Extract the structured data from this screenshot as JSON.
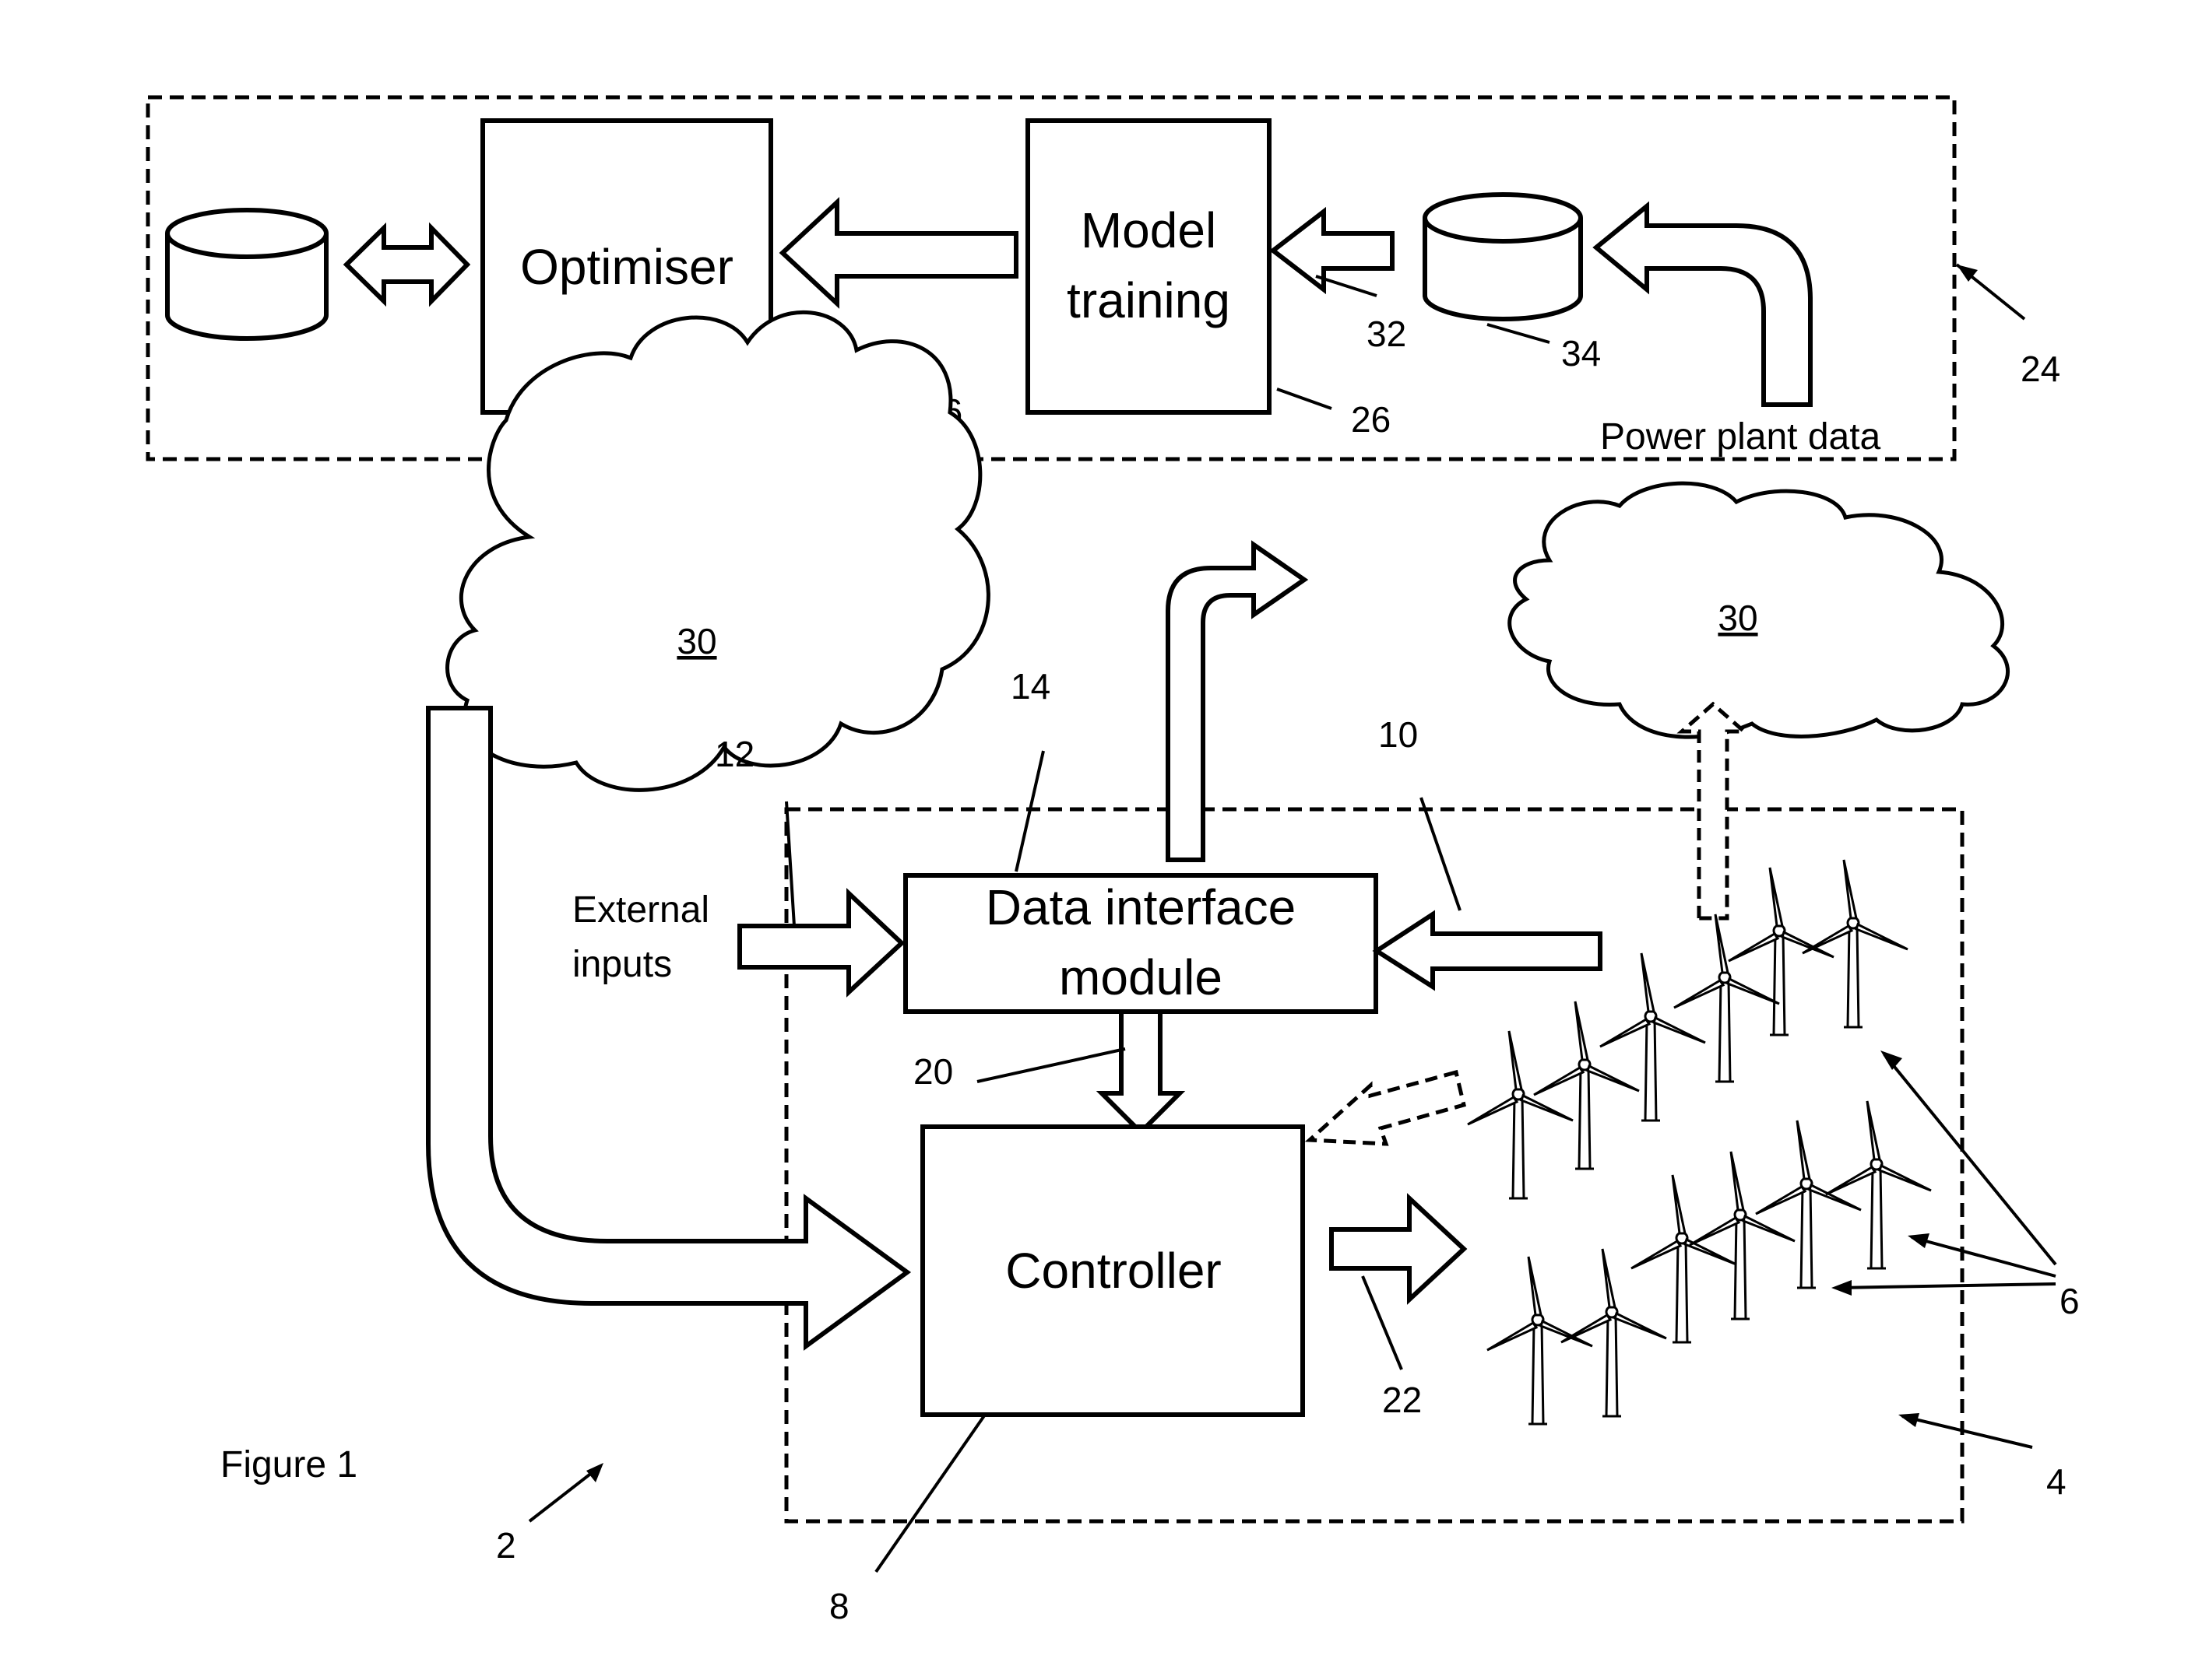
{
  "boxes": {
    "optimiser": "Optimiser",
    "model_training_line1": "Model",
    "model_training_line2": "training",
    "data_interface_line1": "Data interface",
    "data_interface_line2": "module",
    "controller": "Controller"
  },
  "labels": {
    "power_plant_data": "Power plant data",
    "external_inputs_line1": "External",
    "external_inputs_line2": "inputs",
    "cloud_left": "30",
    "cloud_right": "30",
    "figure_caption": "Figure 1"
  },
  "refs": {
    "r2": "2",
    "r4": "4",
    "r6": "6",
    "r8": "8",
    "r10": "10",
    "r12": "12",
    "r14": "14",
    "r20": "20",
    "r22": "22",
    "r24": "24",
    "r26a": "26",
    "r26b": "26",
    "r32": "32",
    "r34": "34"
  }
}
